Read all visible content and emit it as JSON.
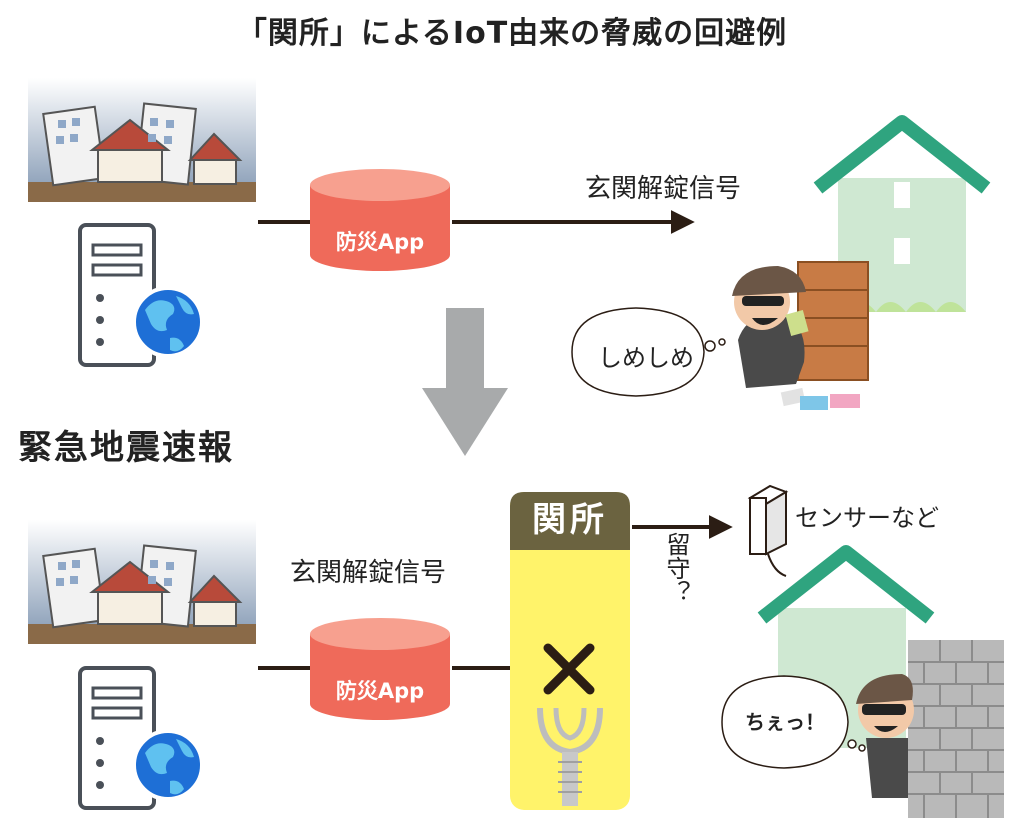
{
  "title": "「関所」によるIoT由来の脅威の回避例",
  "eew_label": "緊急地震速報",
  "app_label": "防災App",
  "signal_label": "玄関解錠信号",
  "checkpoint_label": "関所",
  "absent_label": "留守？",
  "sensor_label": "センサーなど",
  "thief_happy_bubble": "しめしめ",
  "thief_frustrated_bubble": "ちぇっ！",
  "colors": {
    "app_db": "#ef6a5a",
    "app_db_top": "#f7a08f",
    "arrow": "#2b1d14",
    "down_arrow": "#a8aaab",
    "checkpoint_head": "#6b6340",
    "checkpoint_body": "#fff36a",
    "house_roof": "#2fa47f",
    "house_wall": "#cfe8d2",
    "globe": "#1e6fd6"
  },
  "icons": {
    "disaster_scene": "earthquake-town-icon",
    "server": "server-icon",
    "globe": "globe-icon",
    "house": "house-icon",
    "thief": "thief-icon",
    "blocked": "cross-icon",
    "plug": "plug-icon",
    "sensor": "sensor-icon",
    "wall": "brick-wall-icon"
  }
}
